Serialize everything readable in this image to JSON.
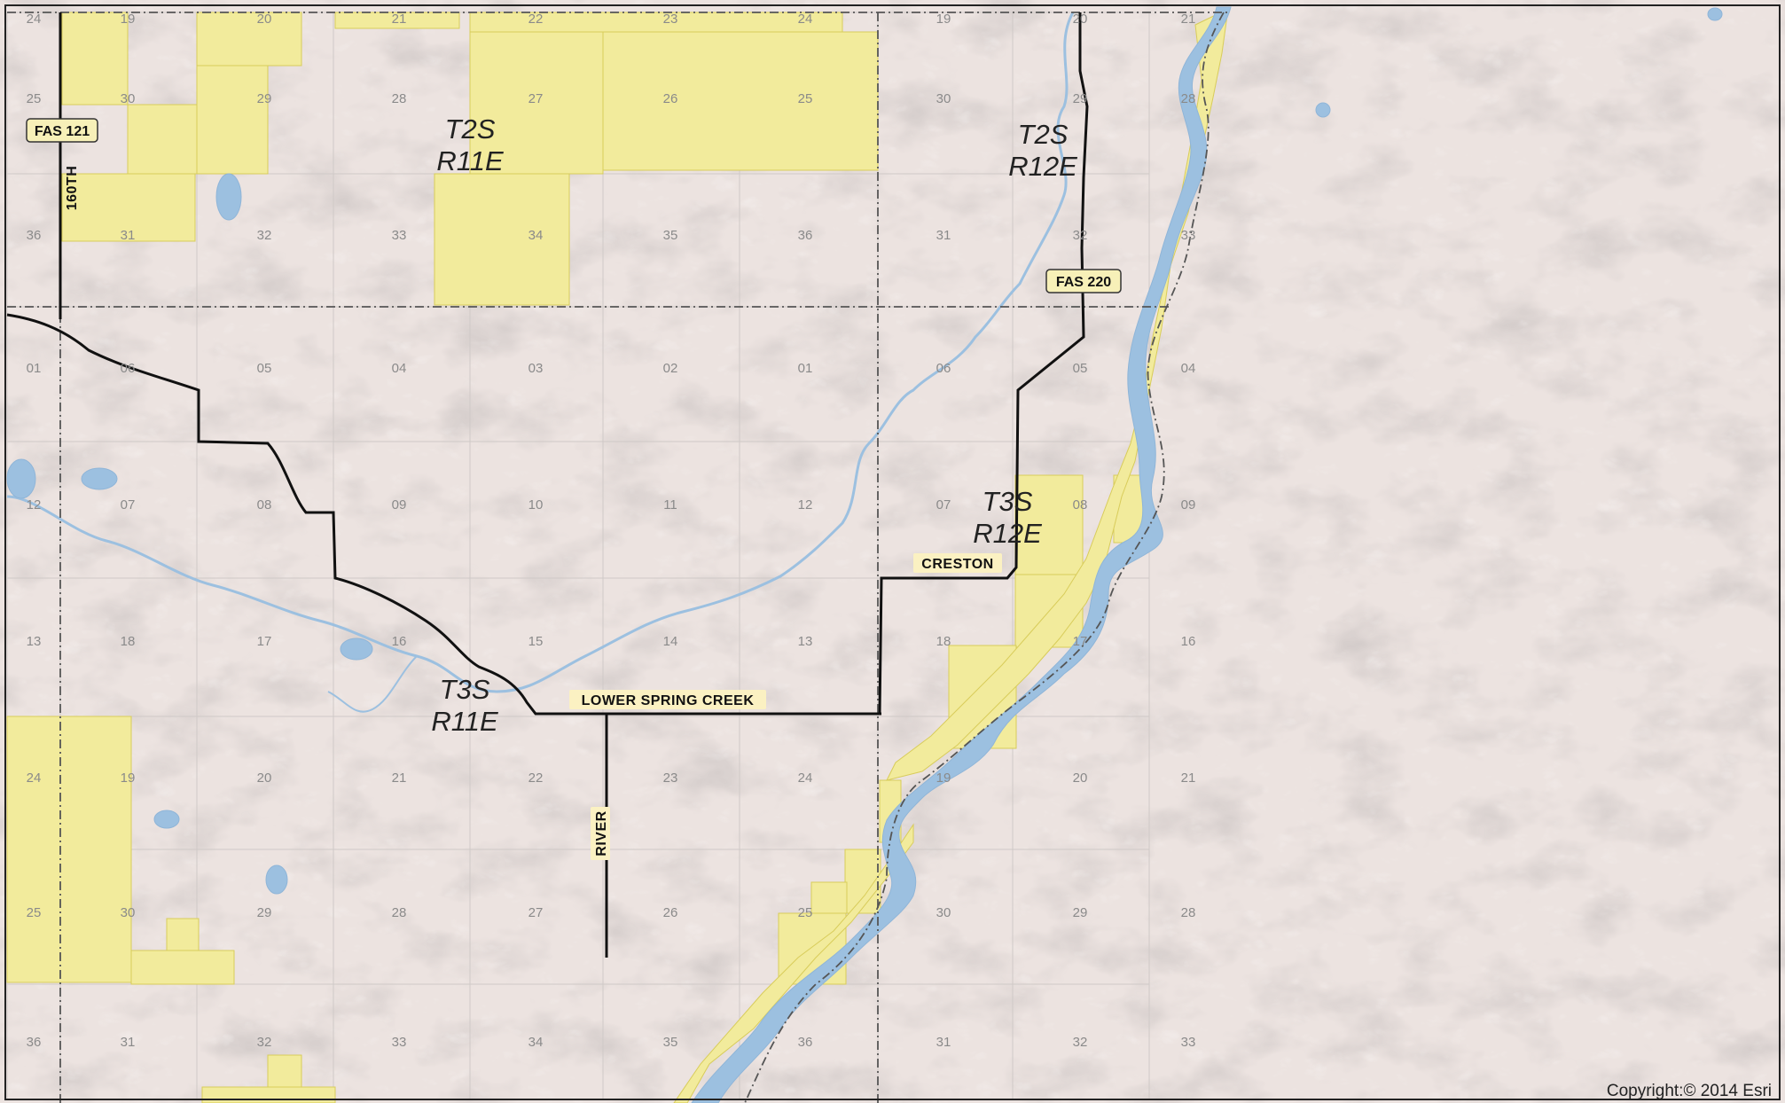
{
  "map": {
    "copyright": "Copyright:© 2014 Esri",
    "colors": {
      "land": "#ece3e0",
      "parcel_fill": "#f2eb9c",
      "parcel_stroke": "#d8cc5a",
      "water": "#9cc0e0",
      "water_stroke": "#8fb5d8",
      "road": "#111111",
      "grid": "#cfc9c7",
      "township_line": "#555555"
    },
    "townships": [
      {
        "id": "t2s-r11e",
        "line1": "T2S",
        "line2": "R11E"
      },
      {
        "id": "t2s-r12e",
        "line1": "T2S",
        "line2": "R12E"
      },
      {
        "id": "t3s-r12e",
        "line1": "T3S",
        "line2": "R12E"
      },
      {
        "id": "t3s-r11e",
        "line1": "T3S",
        "line2": "R11E"
      }
    ],
    "road_labels": {
      "lower_spring_creek": "LOWER SPRING CREEK",
      "creston": "CRESTON",
      "river": "RIVER",
      "th160": "160TH"
    },
    "shields": {
      "fas121": "FAS 121",
      "fas220": "FAS 220"
    },
    "section_rows": [
      [
        "24",
        "19",
        "20",
        "21",
        "22",
        "23",
        "24",
        "19",
        "20",
        "21"
      ],
      [
        "25",
        "30",
        "29",
        "28",
        "27",
        "26",
        "25",
        "30",
        "29",
        "28"
      ],
      [
        "36",
        "31",
        "32",
        "33",
        "34",
        "35",
        "36",
        "31",
        "32",
        "33"
      ],
      [
        "01",
        "06",
        "05",
        "04",
        "03",
        "02",
        "01",
        "06",
        "05",
        "04"
      ],
      [
        "12",
        "07",
        "08",
        "09",
        "10",
        "11",
        "12",
        "07",
        "08",
        "09"
      ],
      [
        "13",
        "18",
        "17",
        "16",
        "15",
        "14",
        "13",
        "18",
        "17",
        "16"
      ],
      [
        "24",
        "19",
        "20",
        "21",
        "22",
        "23",
        "24",
        "19",
        "20",
        "21"
      ],
      [
        "25",
        "30",
        "29",
        "28",
        "27",
        "26",
        "25",
        "30",
        "29",
        "28"
      ],
      [
        "36",
        "31",
        "32",
        "33",
        "34",
        "35",
        "36",
        "31",
        "32",
        "33"
      ]
    ]
  }
}
